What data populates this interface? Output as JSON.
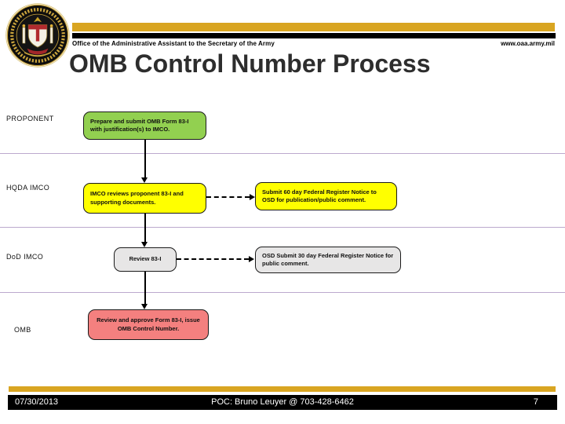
{
  "slide": {
    "header": {
      "org": "Office of the Administrative Assistant to the Secretary of the Army",
      "website": "www.oaa.army.mil",
      "title": "OMB Control Number Process"
    },
    "lanes": [
      {
        "label": "PROPONENT"
      },
      {
        "label": "HQDA IMCO"
      },
      {
        "label": "DoD IMCO"
      },
      {
        "label": "OMB"
      }
    ],
    "boxes": {
      "proponent": "Prepare and submit OMB Form 83-I with justification(s) to IMCO.",
      "imco_review": "IMCO reviews proponent 83-I and supporting documents.",
      "submit_60day": "Submit 60 day Federal Register Notice to OSD for publication/public comment.",
      "review_83i": "Review 83-I",
      "osd_30day": "OSD Submit 30 day Federal Register Notice for public comment.",
      "omb_approve": "Review and approve Form 83-I, issue OMB Control Number."
    },
    "footer": {
      "date": "07/30/2013",
      "poc": "POC: Bruno Leuyer @ 703-428-6462",
      "page": "7"
    },
    "colors": {
      "accent_gold": "#D9A521",
      "box_green": "#92D050",
      "box_yellow": "#FFFF00",
      "box_gray": "#E7E6E6",
      "box_pink": "#F4807F",
      "lane_line_lavender": "#BCA9CE"
    }
  }
}
